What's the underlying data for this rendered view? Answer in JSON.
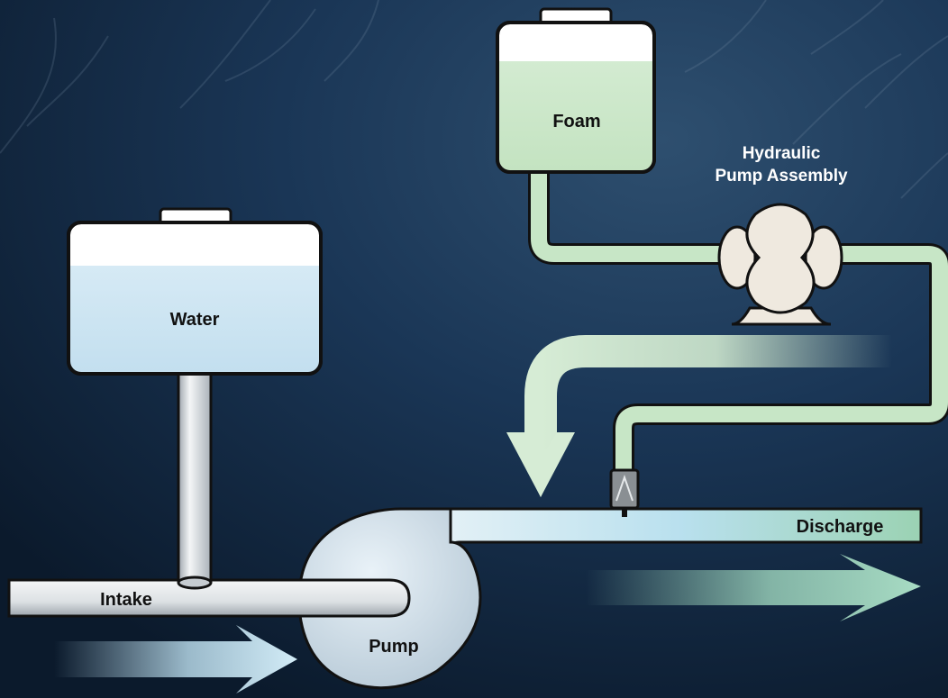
{
  "labels": {
    "foam": "Foam",
    "hydraulic_line1": "Hydraulic",
    "hydraulic_line2": "Pump Assembly",
    "water": "Water",
    "discharge": "Discharge",
    "intake": "Intake",
    "pump": "Pump"
  },
  "colors": {
    "background": "#16324f",
    "foam_fill": "#d6ecd5",
    "water_fill": "#cfe5f3",
    "tank_outline": "#111111",
    "pipe_grey": "#d9dde0",
    "discharge_green": "#b8e0cd",
    "foam_line": "#c7e6c6",
    "arrow_blue": "#bfe2f2",
    "arrow_green": "#a8dcc4"
  }
}
